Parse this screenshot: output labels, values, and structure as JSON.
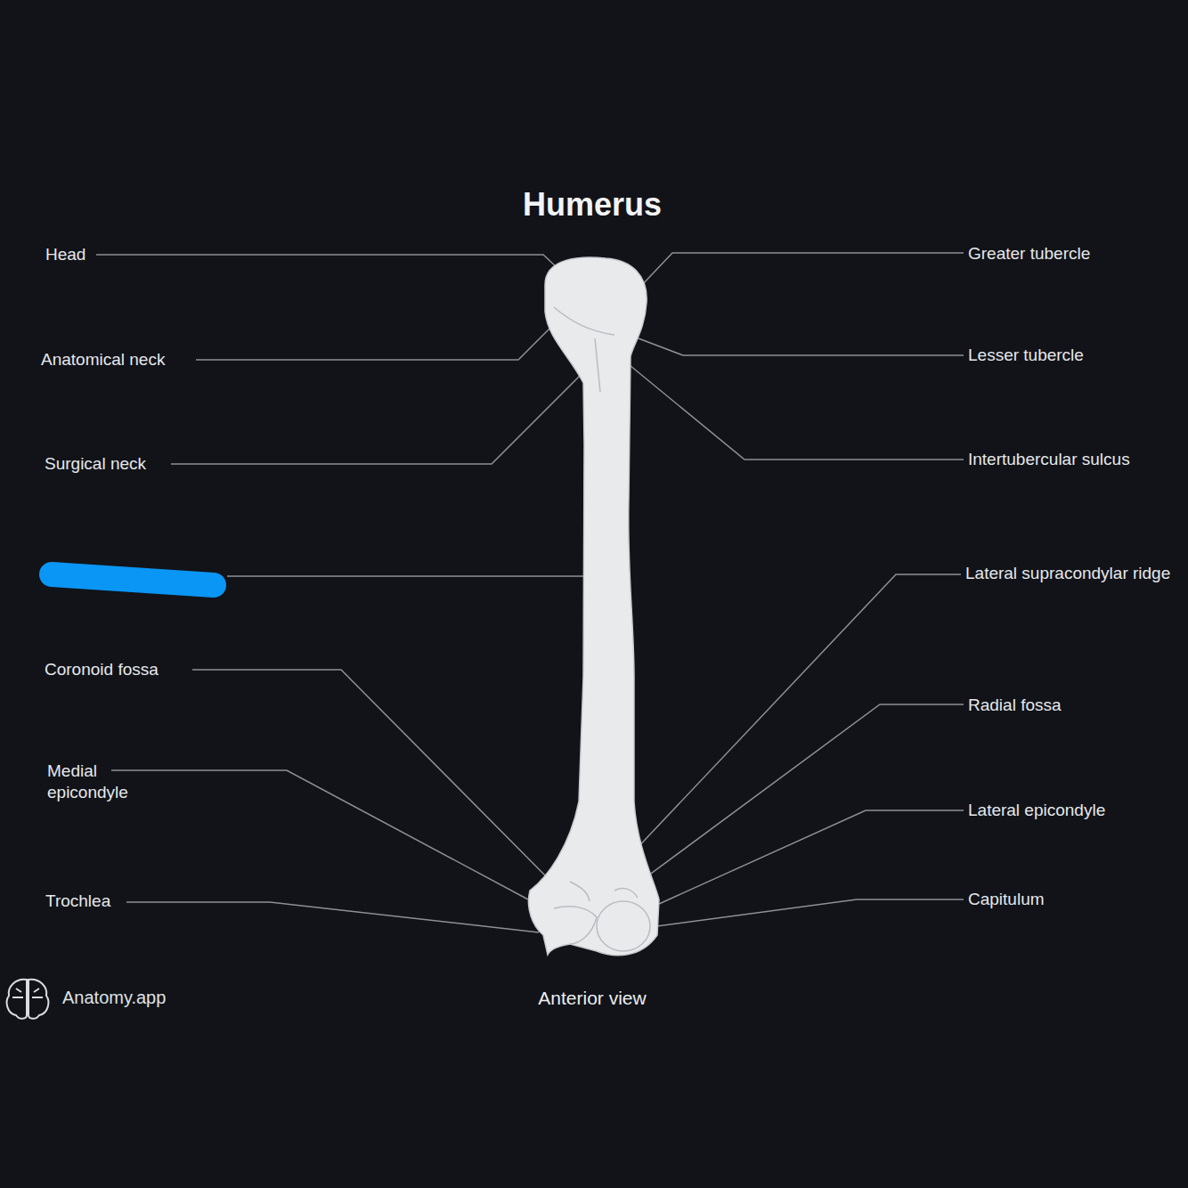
{
  "diagram": {
    "title": "Humerus",
    "caption": "Anterior view",
    "labels": [
      "Head",
      "Anatomical neck",
      "Surgical neck",
      "Coronoid fossa",
      "Medial epicondyle",
      "Trochlea",
      "Greater tubercle",
      "Lesser tubercle",
      "Intertubercular sulcus",
      "Lateral supracondylar ridge",
      "Radial fossa",
      "Lateral epicondyle",
      "Capitulum",
      "Anatomy.app"
    ]
  }
}
